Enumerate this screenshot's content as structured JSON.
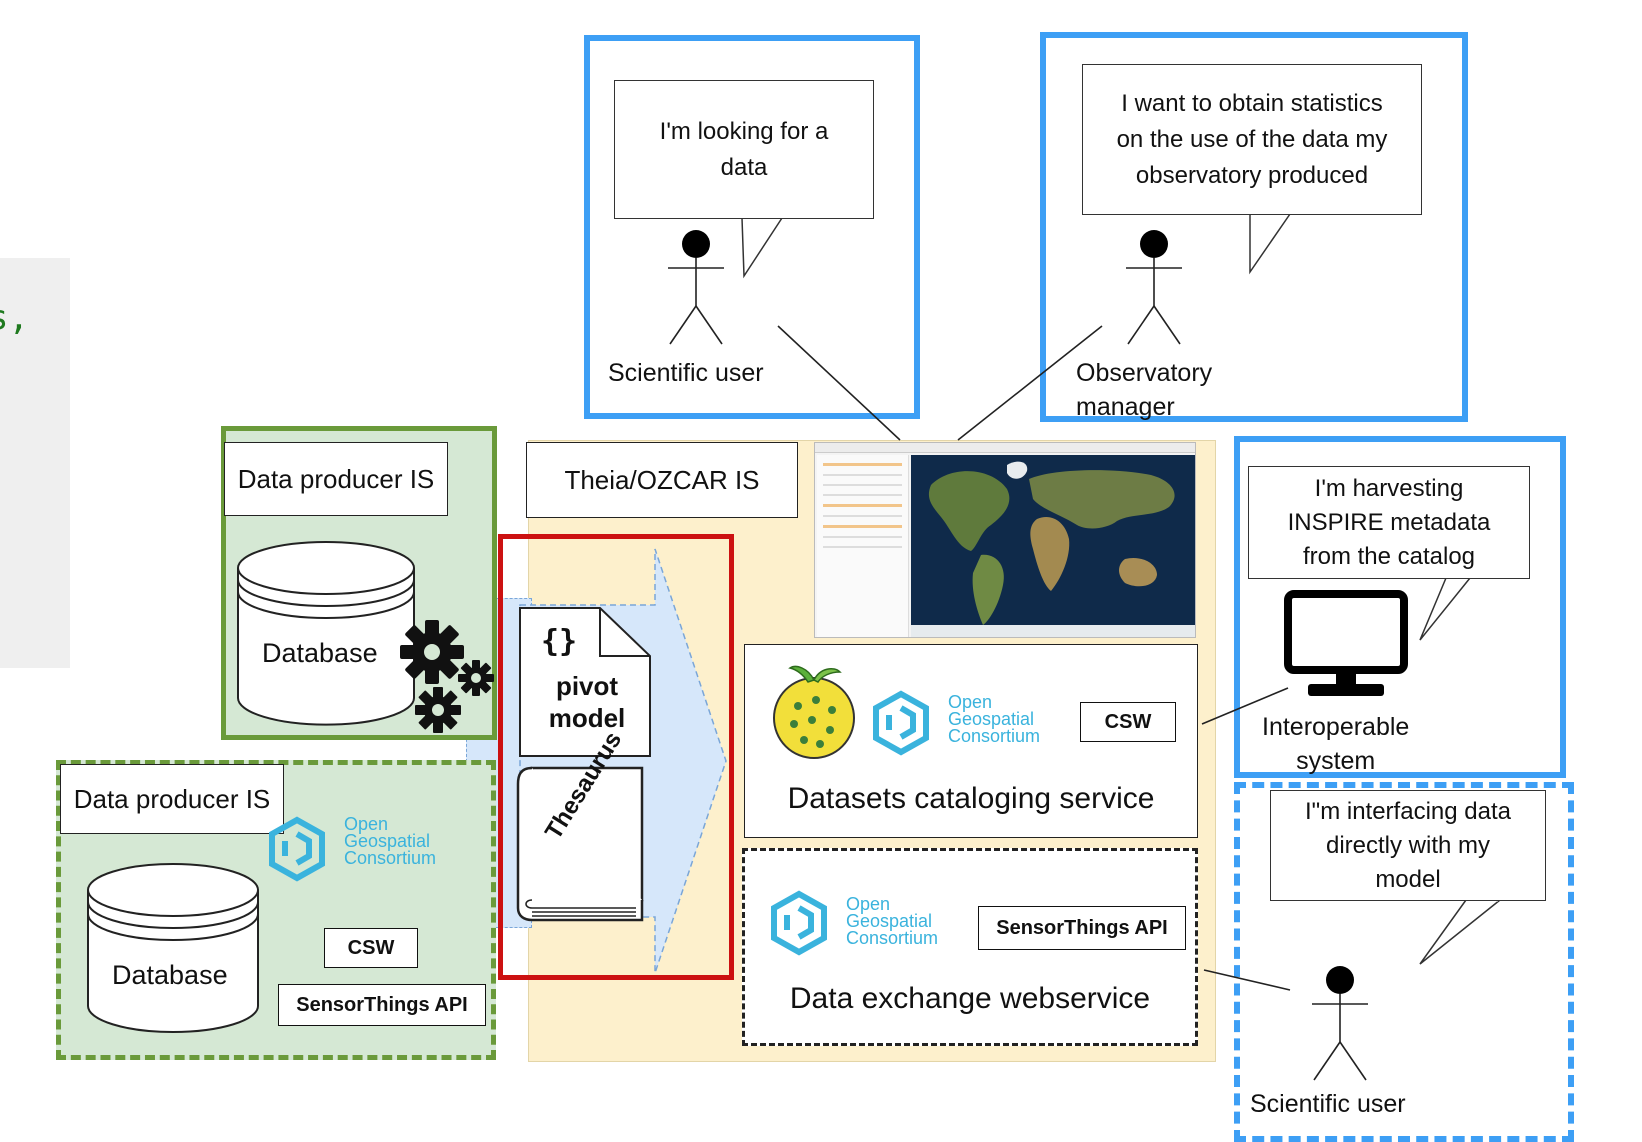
{
  "cut_text": "s,",
  "producer_is_top": {
    "label": "Data producer IS",
    "db_label": "Database"
  },
  "producer_is_bottom": {
    "label": "Data producer IS",
    "db_label": "Database",
    "csw": "CSW",
    "sensorthings": "SensorThings API",
    "ogc": [
      "Open",
      "Geospatial",
      "Consortium"
    ]
  },
  "theia": {
    "label": "Theia/OZCAR IS"
  },
  "pivot": {
    "icon_text": "{}",
    "label": [
      "pivot",
      "model"
    ],
    "thesaurus": "Thesaurus"
  },
  "catalog_service": {
    "title": "Datasets cataloging service",
    "csw": "CSW",
    "ogc": [
      "Open",
      "Geospatial",
      "Consortium"
    ]
  },
  "exchange_service": {
    "title": "Data exchange webservice",
    "sensorthings": "SensorThings API",
    "ogc": [
      "Open",
      "Geospatial",
      "Consortium"
    ]
  },
  "actors": {
    "scientific_user_top": {
      "speech": [
        "I'm looking for a",
        "data"
      ],
      "label": "Scientific user"
    },
    "observatory_manager": {
      "speech": [
        "I want to obtain statistics",
        "on the use of the data my",
        "observatory produced"
      ],
      "label": [
        "Observatory",
        "manager"
      ]
    },
    "interoperable_system": {
      "speech": [
        "I'm harvesting",
        "INSPIRE metadata",
        "from the catalog"
      ],
      "label": [
        "Interoperable",
        "system"
      ]
    },
    "scientific_user_bottom": {
      "speech": [
        "I\"m interfacing data",
        "directly with my",
        "model"
      ],
      "label": "Scientific user"
    }
  },
  "colors": {
    "green_fill": "#d5e8d4",
    "green_border": "#6a9a3a",
    "blue_border": "#3d9ff5",
    "red_border": "#cc1111",
    "theia_fill": "#fdf0cc",
    "arrow_fill": "#d6e7fa"
  }
}
